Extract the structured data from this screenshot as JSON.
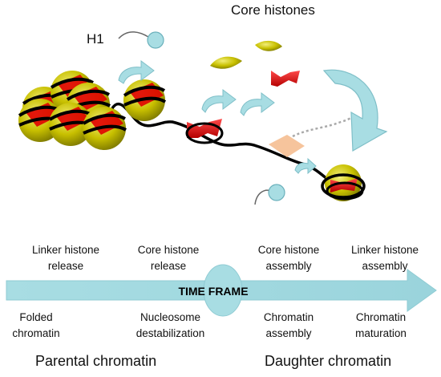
{
  "labels": {
    "h1": "H1",
    "core_histones": "Core histones",
    "time_frame": "TIME FRAME",
    "parental": "Parental chromatin",
    "daughter": "Daughter chromatin"
  },
  "steps_top": [
    "Linker histone\nrelease",
    "Core histone\nrelease",
    "Core histone\nassembly",
    "Linker histone\nassembly"
  ],
  "steps_bottom": [
    "Folded\nchromatin",
    "Nucleosome\ndestabilization",
    "Chromatin\nassembly",
    "Chromatin\nmaturation"
  ],
  "colors": {
    "arrow": "#a8dde3",
    "arrow_stroke": "#7fbfc8",
    "histone_yellow": "#c8c000",
    "histone_red": "#e00000",
    "chaperone": "#f6c49c",
    "dna": "#000000"
  },
  "icons": [
    "nucleosome",
    "h1-linker-histone",
    "core-histone",
    "chaperone",
    "curved-arrow"
  ]
}
